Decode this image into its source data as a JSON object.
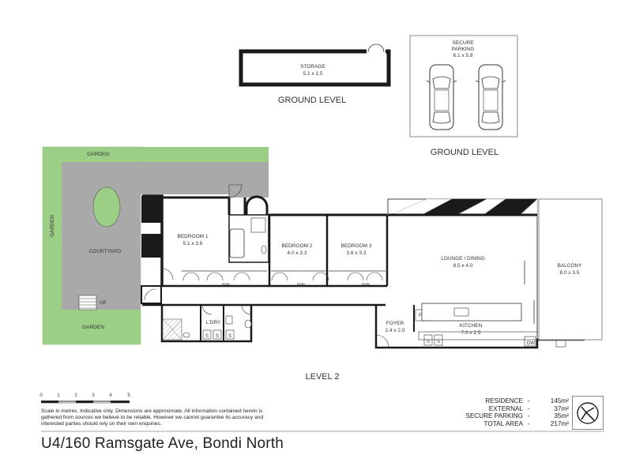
{
  "rooms": {
    "storage": {
      "name": "STORAGE",
      "dims": "5.1 x 1.5"
    },
    "parking": {
      "name_line1": "SECURE",
      "name_line2": "PARKING",
      "dims": "6.1 x 5.8"
    },
    "bedroom1": {
      "name": "BEDROOM 1",
      "dims": "5.1 x 3.6"
    },
    "bedroom2": {
      "name": "BEDROOM 2",
      "dims": "4.0 x 3.3"
    },
    "bedroom3": {
      "name": "BEDROOM 3",
      "dims": "3.6 x 3.3"
    },
    "lounge": {
      "name": "LOUNGE / DINING",
      "dims": "8.5 x 4.0"
    },
    "balcony": {
      "name": "BALCONY",
      "dims": "8.0 x 3.5"
    },
    "kitchen": {
      "name": "KITCHEN",
      "dims": "7.0 x 2.5"
    },
    "foyer": {
      "name": "FOYER",
      "dims": "2.4 x 2.0"
    },
    "courtyard": {
      "name": "COURTYARD"
    },
    "garden_top": "GARDEN",
    "garden_left": "GARDEN",
    "garden_bottom": "GARDEN",
    "laundry": "L'DRY"
  },
  "markers": {
    "bir": "BIR",
    "up": "UP",
    "s": "S",
    "f": "F",
    "dw": "DW"
  },
  "levels": {
    "ground_storage": "GROUND LEVEL",
    "ground_parking": "GROUND LEVEL",
    "level2": "LEVEL 2"
  },
  "scale": {
    "ticks": [
      "0",
      "1",
      "2",
      "3",
      "4",
      "5"
    ]
  },
  "disclaimer": "Scale in metres. Indicative only. Dimensions are approximate. All information contained herein is gathered from sources we believe to be reliable. However we cannot guarantee its accuracy and interested parties should rely on their own enquiries.",
  "areas": [
    {
      "label": "RESIDENCE",
      "value": "145m²"
    },
    {
      "label": "EXTERNAL",
      "value": "37m²"
    },
    {
      "label": "SECURE PARKING",
      "value": "35m²"
    },
    {
      "label": "TOTAL AREA",
      "value": "217m²"
    }
  ],
  "address": "U4/160 Ramsgate Ave, Bondi North",
  "colors": {
    "garden": "#9bcf86",
    "courtyard": "#a9a9a9",
    "wall": "#1a1a1a"
  },
  "icons": {
    "logo": "agency-logo-icon",
    "car": "car-icon"
  }
}
